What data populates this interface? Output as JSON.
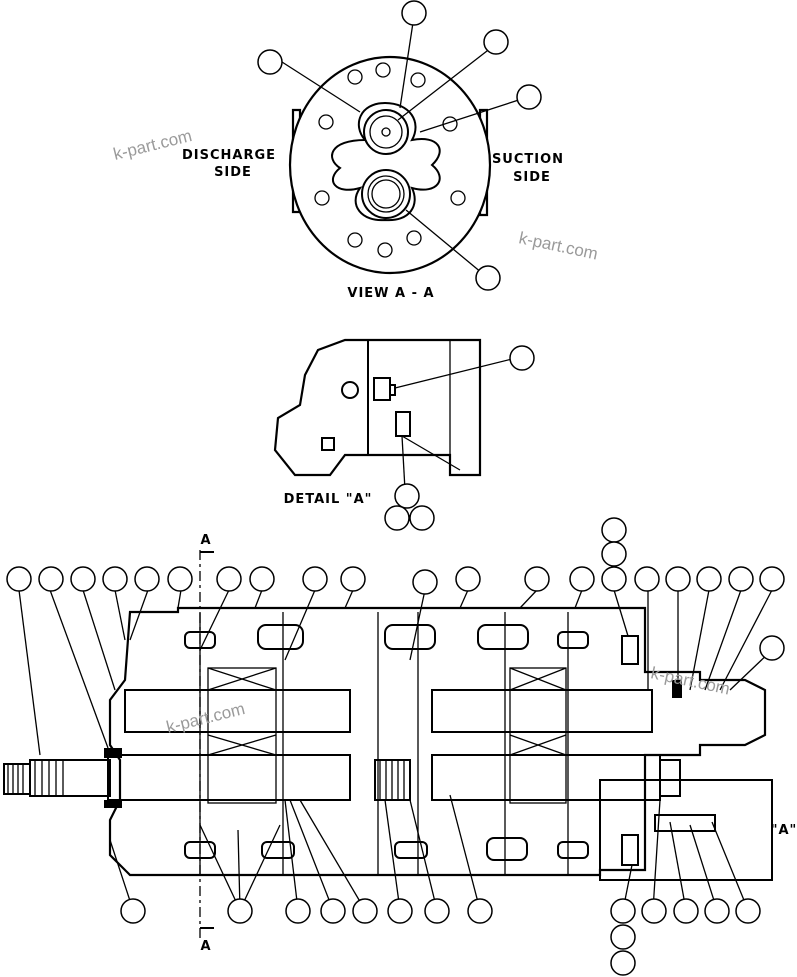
{
  "labels": {
    "discharge_1": "DISCHARGE",
    "discharge_2": "SIDE",
    "suction_1": "SUCTION",
    "suction_2": "SIDE",
    "view": "VIEW A - A",
    "detail": "DETAIL \"A\"",
    "section_top": "A",
    "section_bottom": "A",
    "detail_ref": "\"A\""
  },
  "watermarks": [
    "k-part.com",
    "k-part.com",
    "k-part.com",
    "k-part.com"
  ],
  "colors": {
    "line": "#000000",
    "watermark": "#9a9a9a",
    "background": "#ffffff"
  }
}
